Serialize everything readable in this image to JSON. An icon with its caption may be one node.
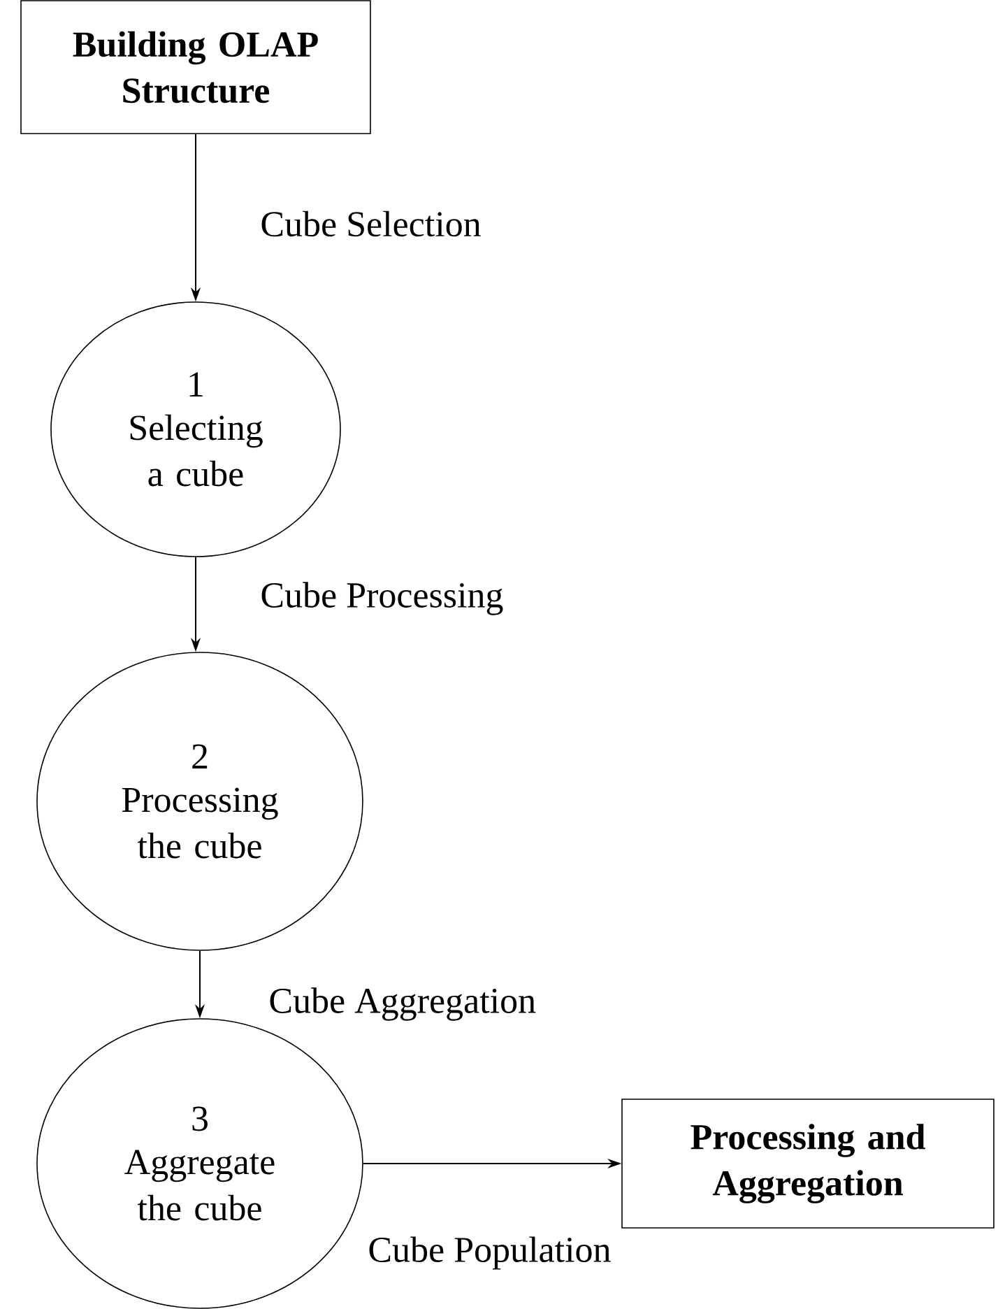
{
  "diagram": {
    "nodes": [
      {
        "text": [
          "Building OLAP Structure"
        ]
      },
      {
        "text": [
          "1",
          "Selecting a cube"
        ]
      },
      {
        "text": [
          "2",
          "Processing the cube"
        ]
      },
      {
        "text": [
          "3",
          "Aggregate the cube"
        ]
      },
      {
        "text": [
          "Processing and Aggregation"
        ]
      }
    ],
    "edges": [
      {
        "from": 0,
        "to": 1,
        "arrow": "to",
        "label": "Cube Selection"
      },
      {
        "from": 1,
        "to": 2,
        "arrow": "to",
        "label": "Cube Processing"
      },
      {
        "from": 2,
        "to": 3,
        "arrow": "to",
        "label": "Cube Aggregation"
      },
      {
        "from": 3,
        "to": 4,
        "arrow": "to",
        "label": "Cube Population"
      }
    ]
  }
}
